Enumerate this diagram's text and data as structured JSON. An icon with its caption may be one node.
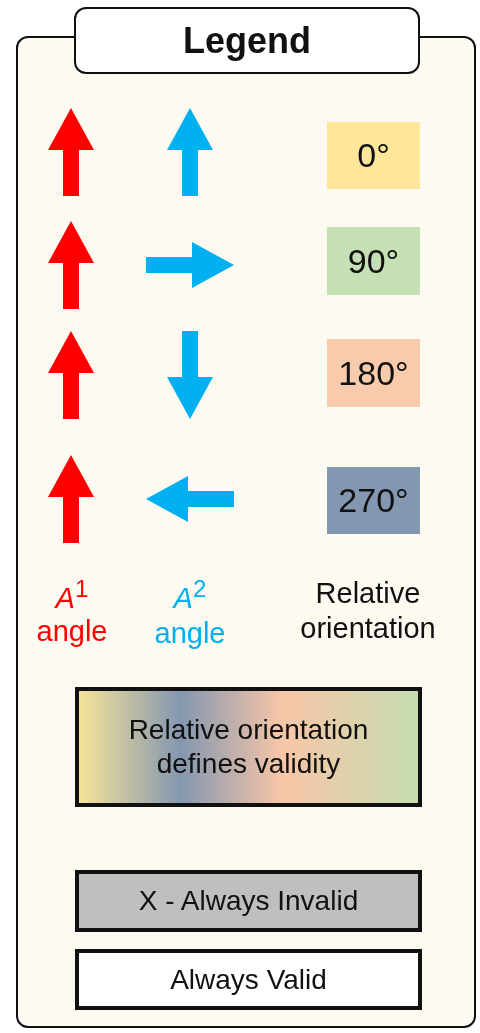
{
  "diagram": {
    "nodes": [
      {
        "text": [
          "Legend"
        ]
      },
      {
        "text": [
          "0°"
        ],
        "in": 0
      },
      {
        "text": [
          "90°"
        ],
        "in": 0
      },
      {
        "text": [
          "180°"
        ],
        "in": 0
      },
      {
        "text": [
          "270°"
        ],
        "in": 0
      },
      {
        "text": [
          "Relative orientation defines validity"
        ],
        "in": 0
      },
      {
        "text": [
          "X - Always Invalid"
        ],
        "in": 0
      },
      {
        "text": [
          "Always Valid"
        ],
        "in": 0
      }
    ],
    "edges": [],
    "labels": [
      "*A*$^{1}$",
      "angle",
      "*A*$^{2}$",
      "angle",
      "Relative orientation"
    ]
  }
}
